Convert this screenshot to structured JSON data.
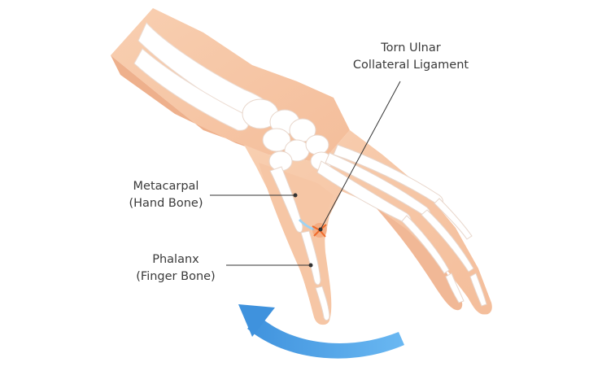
{
  "labels": {
    "torn_ligament": {
      "line1": "Torn Ulnar",
      "line2": "Collateral Ligament"
    },
    "metacarpal": {
      "line1": "Metacarpal",
      "line2": "(Hand Bone)"
    },
    "phalanx": {
      "line1": "Phalanx",
      "line2": "(Finger Bone)"
    }
  },
  "colors": {
    "skin": "#f7c9a8",
    "skin_shadow": "#eeb08c",
    "bone": "#ffffff",
    "bone_outline": "#e9d9cf",
    "injury": "#ef6a2a",
    "leader_line": "#333333",
    "arrow": "#4a9fe6",
    "arrow_dark": "#2f86d3"
  },
  "icons": {
    "motion_arrow": "curved-arrow-icon"
  }
}
